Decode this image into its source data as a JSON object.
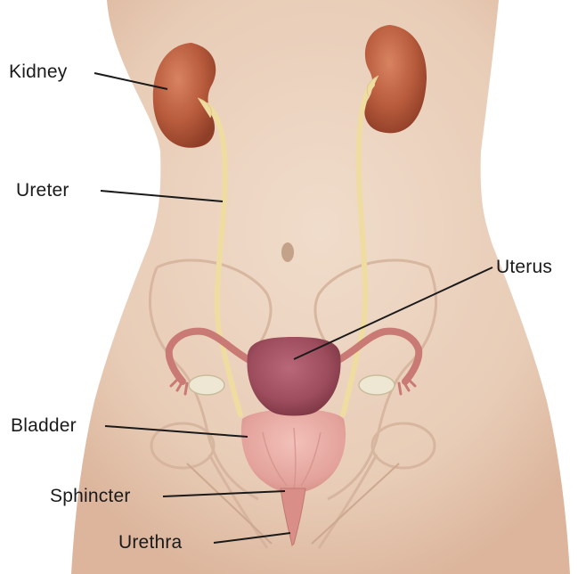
{
  "labels": {
    "kidney": "Kidney",
    "ureter": "Ureter",
    "uterus": "Uterus",
    "bladder": "Bladder",
    "sphincter": "Sphincter",
    "urethra": "Urethra"
  },
  "colors": {
    "background": "#ffffff",
    "skin": "#ead0bc",
    "skin_shadow": "#d9b8a0",
    "kidney": "#b35a3c",
    "ureter": "#efdca0",
    "uterus": "#9c4c5c",
    "bladder": "#e6a9a3",
    "tube": "#c97a74",
    "ovary": "#ede7d3",
    "leader_line": "#1a1a1a"
  }
}
